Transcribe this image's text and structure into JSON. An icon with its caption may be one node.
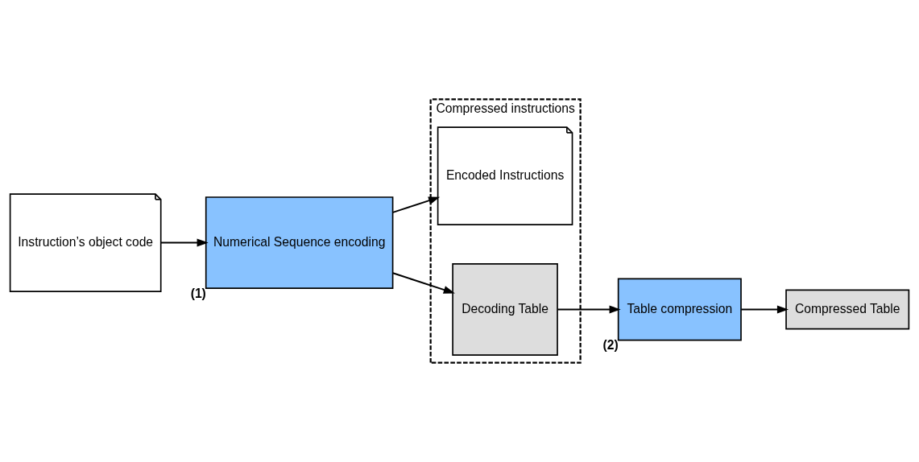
{
  "diagram": {
    "nodes": [
      {
        "text": [
          "Instruction’s object code"
        ]
      },
      {
        "text": [
          "Numerical Sequence encoding"
        ],
        "beside": [
          "(1)"
        ]
      },
      {
        "text": [
          "Compressed instructions"
        ]
      },
      {
        "text": [
          "Encoded Instructions"
        ],
        "in": 2
      },
      {
        "text": [
          "Decoding Table"
        ],
        "in": 2
      },
      {
        "text": [
          "Table compression"
        ],
        "beside": [
          "(2)"
        ]
      },
      {
        "text": [
          "Compressed Table"
        ]
      }
    ],
    "edges": [
      {
        "from": 0,
        "to": 1,
        "arrow": "to"
      },
      {
        "from": 1,
        "to": 3,
        "arrow": "to"
      },
      {
        "from": 1,
        "to": 4,
        "arrow": "to"
      },
      {
        "from": 4,
        "to": 5,
        "arrow": "to"
      },
      {
        "from": 5,
        "to": 6,
        "arrow": "to"
      }
    ]
  }
}
